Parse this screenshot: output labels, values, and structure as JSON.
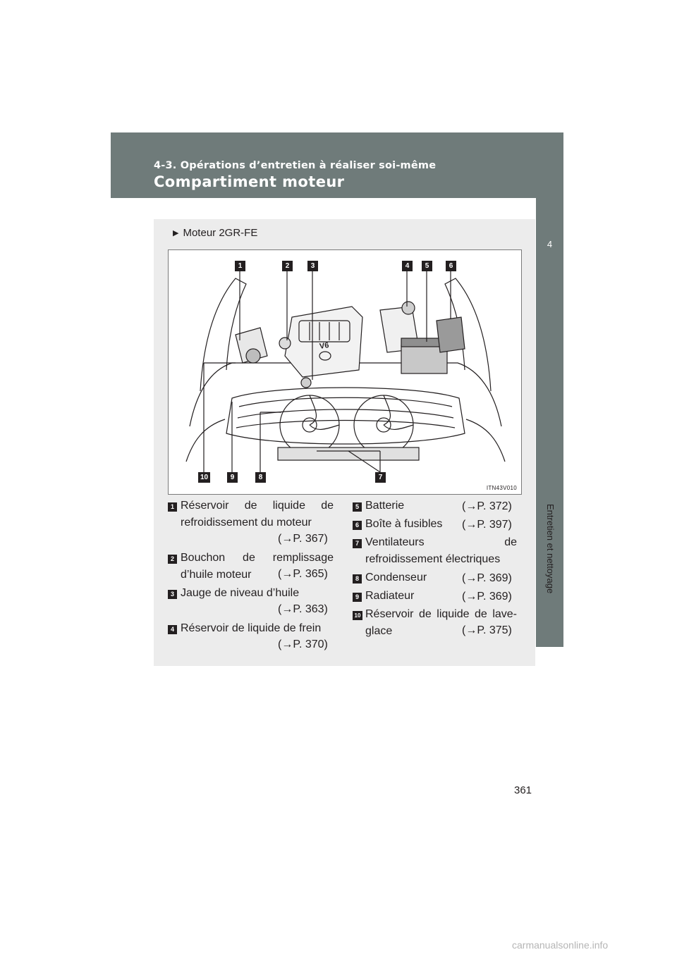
{
  "header": {
    "section": "4-3. Opérations d’entretien à réaliser soi-même",
    "title": "Compartiment moteur"
  },
  "side_tab": {
    "chapter_number": "4",
    "chapter_name": "Entretien et nettoyage"
  },
  "figure": {
    "heading": "Moteur 2GR-FE",
    "code": "ITN43V010",
    "engine_badge": "V6",
    "callouts": [
      "1",
      "2",
      "3",
      "4",
      "5",
      "6",
      "10",
      "9",
      "8",
      "7"
    ]
  },
  "legend": [
    {
      "num": "1",
      "line1": "Réservoir de liquide de",
      "line2": "refroidissement du moteur",
      "ref": "(→P. 367)"
    },
    {
      "num": "2",
      "line1": "Bouchon de remplissage",
      "line2": "d’huile moteur",
      "ref": "(→P. 365)"
    },
    {
      "num": "3",
      "line1": "Jauge de niveau d’huile",
      "ref": "(→P. 363)"
    },
    {
      "num": "4",
      "line1": "Réservoir de liquide de frein",
      "ref": "(→P. 370)"
    },
    {
      "num": "5",
      "line1": "Batterie",
      "ref": "(→P. 372)"
    },
    {
      "num": "6",
      "line1": "Boîte à fusibles",
      "ref": "(→P. 397)"
    },
    {
      "num": "7",
      "line1": "Ventilateurs de",
      "line2": "refroidissement électriques"
    },
    {
      "num": "8",
      "line1": "Condenseur",
      "ref": "(→P. 369)"
    },
    {
      "num": "9",
      "line1": "Radiateur",
      "ref": "(→P. 369)"
    },
    {
      "num": "10",
      "line1": "Réservoir de liquide de lave-",
      "line2": "glace",
      "ref": "(→P. 375)"
    }
  ],
  "page_number": "361",
  "watermark": "carmanualsonline.info"
}
